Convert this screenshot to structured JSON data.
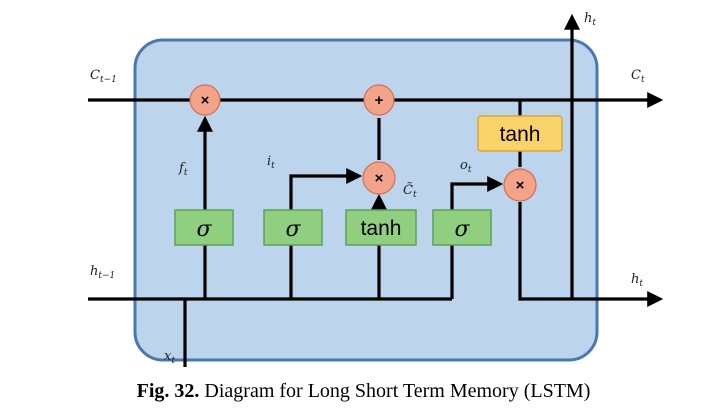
{
  "caption": {
    "prefix": "Fig. 32.",
    "text": " Diagram for Long Short Term Memory (LSTM)"
  },
  "labels": {
    "c_prev": "C_{t-1}",
    "c_next": "C_t",
    "h_prev": "h_{t-1}",
    "h_next_right": "h_t",
    "h_next_top": "h_t",
    "x_t": "x_t",
    "f_t": "f_t",
    "i_t": "i_t",
    "o_t": "o_t",
    "c_tilde": "C̃_t"
  },
  "gates": {
    "forget": "σ",
    "input": "σ",
    "candidate": "tanh",
    "output": "σ",
    "cell_tanh": "tanh"
  },
  "ops": {
    "forget_mul": "×",
    "add": "+",
    "input_mul": "×",
    "output_mul": "×"
  },
  "colors": {
    "cell_fill": "#bcd5ec",
    "cell_border": "#4a78b0",
    "gate_fill": "#8fcf7f",
    "tanh_fill": "#f9d36a",
    "op_fill": "#f2a389"
  }
}
